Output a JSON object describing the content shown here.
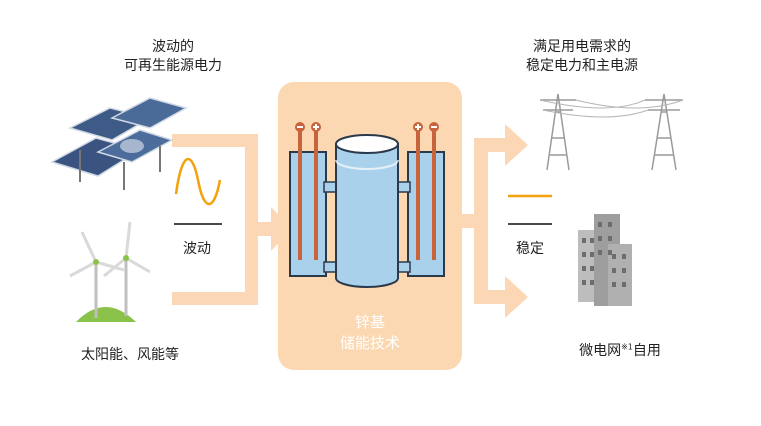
{
  "input": {
    "title_line1": "波动的",
    "title_line2": "可再生能源电力",
    "fluct_label": "波动",
    "sources_label": "太阳能、风能等"
  },
  "center": {
    "line1": "锌基",
    "line2": "储能技术"
  },
  "output": {
    "title_line1": "满足用电需求的",
    "title_line2": "稳定电力和主电源",
    "stable_label": "稳定",
    "microgrid_label": "微电网",
    "microgrid_sup": "※1",
    "microgrid_suffix": "自用"
  },
  "colors": {
    "arrow": "#fcd7b5",
    "panel": "#fbd8b2",
    "tank_water": "#a9d1ec",
    "tank_outline": "#2a3a4a",
    "electrode": "#c8643c",
    "wave": "#f2a20a",
    "baseline": "#4a4a4a"
  },
  "icons": [
    "solar-panel-icon",
    "wind-turbine-icon",
    "transmission-tower-icon",
    "building-icon",
    "wave-icon"
  ]
}
